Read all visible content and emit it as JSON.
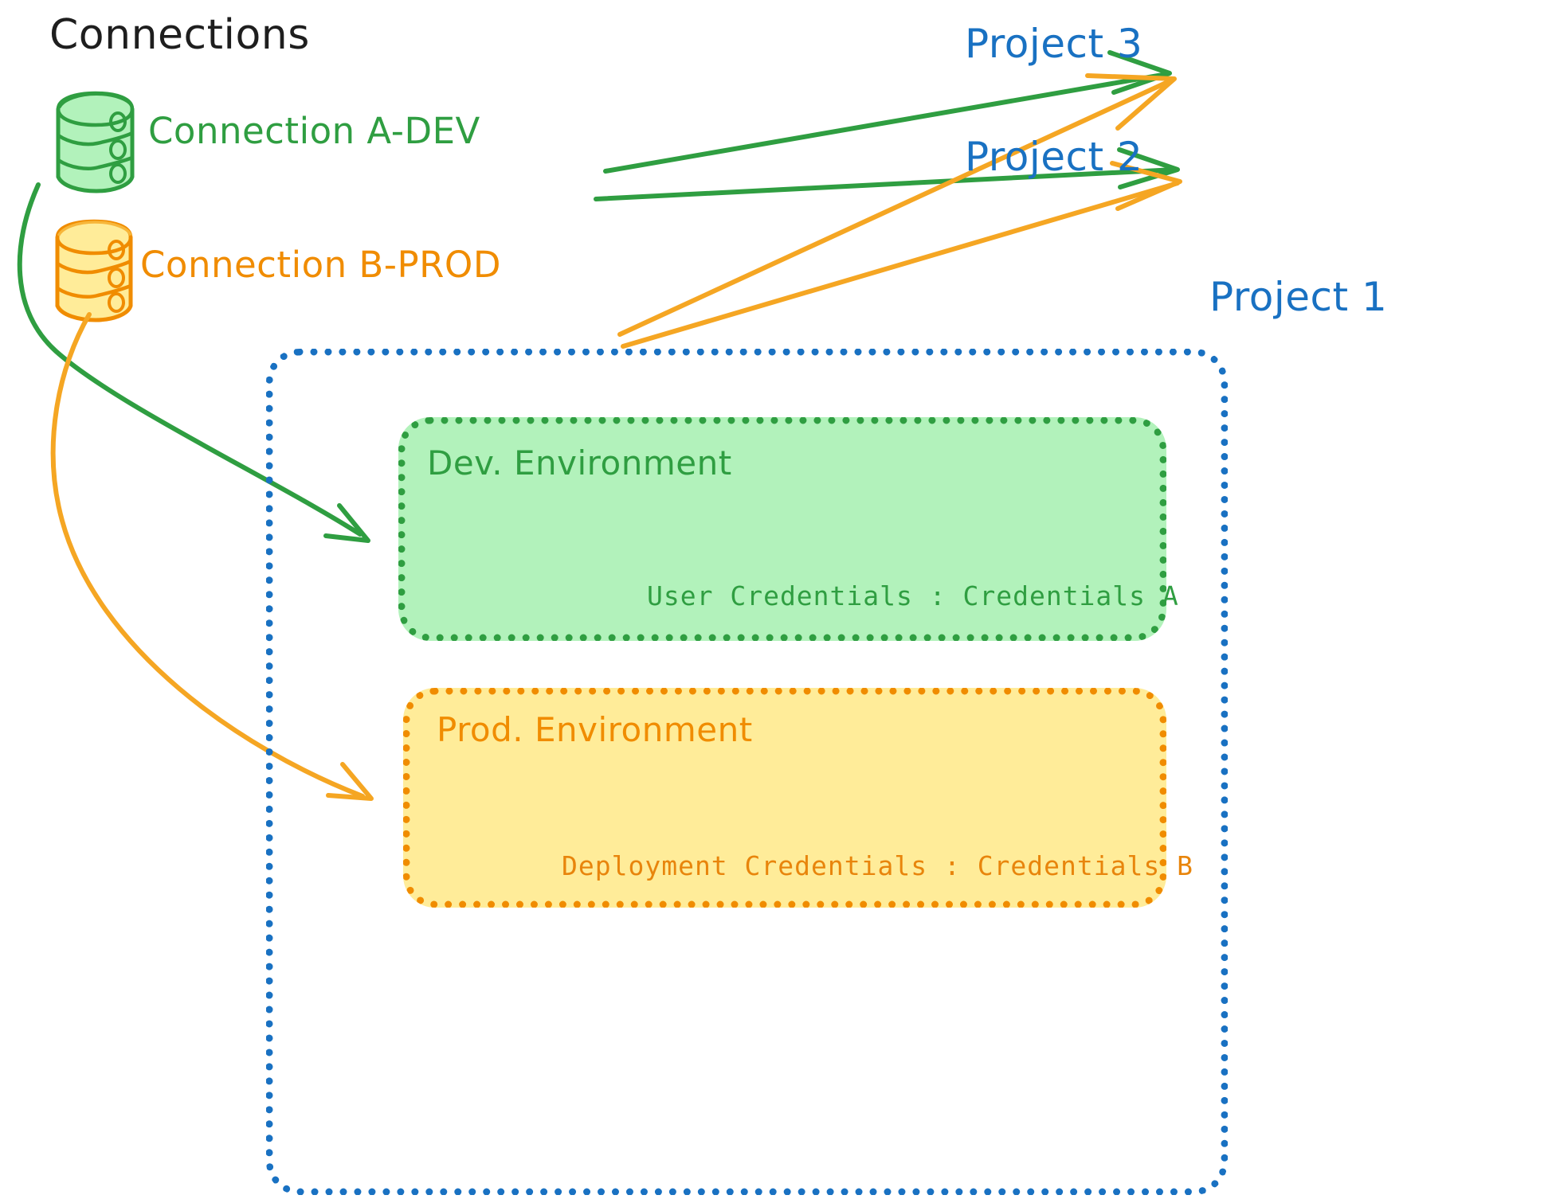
{
  "diagram": {
    "title": "Connections",
    "colors": {
      "green_stroke": "#2f9e41",
      "green_fill": "#b2f2bb",
      "orange_stroke": "#f08c00",
      "orange_fill": "#ffec99",
      "blue_stroke": "#1971c2",
      "black_text": "#1e1e1e",
      "background": "#ffffff"
    },
    "connections": [
      {
        "id": "connection-a-dev",
        "label": "Connection A-DEV",
        "icon": "database-cylinder-icon",
        "color": "#2f9e41"
      },
      {
        "id": "connection-b-prod",
        "label": "Connection B-PROD",
        "icon": "database-cylinder-icon",
        "color": "#f08c00"
      }
    ],
    "projects": [
      {
        "id": "project-3",
        "label": "Project 3"
      },
      {
        "id": "project-2",
        "label": "Project 2"
      },
      {
        "id": "project-1",
        "label": "Project 1"
      }
    ],
    "environments": [
      {
        "id": "dev-environment",
        "title": "Dev. Environment",
        "credentials_label": "User Credentials",
        "credentials_separator": ":",
        "credentials_value": "Credentials A",
        "credentials_line": "User Credentials : Credentials A",
        "color": "#2f9e41",
        "fill": "#b2f2bb"
      },
      {
        "id": "prod-environment",
        "title": "Prod. Environment",
        "credentials_label": "Deployment Credentials",
        "credentials_separator": ":",
        "credentials_value": "Credentials B",
        "credentials_line": "Deployment Credentials : Credentials B",
        "color": "#f08c00",
        "fill": "#ffec99"
      }
    ],
    "edges": [
      {
        "id": "edge-a-dev-to-project-3",
        "from": "connection-a-dev",
        "to": "project-3",
        "color": "#2f9e41",
        "style": "straight"
      },
      {
        "id": "edge-a-dev-to-project-2",
        "from": "connection-a-dev",
        "to": "project-2",
        "color": "#2f9e41",
        "style": "straight"
      },
      {
        "id": "edge-b-prod-to-project-3",
        "from": "connection-b-prod",
        "to": "project-3",
        "color": "#f5a623",
        "style": "straight"
      },
      {
        "id": "edge-b-prod-to-project-2",
        "from": "connection-b-prod",
        "to": "project-2",
        "color": "#f5a623",
        "style": "straight"
      },
      {
        "id": "edge-a-dev-to-dev-environment",
        "from": "connection-a-dev",
        "to": "dev-environment",
        "color": "#2f9e41",
        "style": "curved"
      },
      {
        "id": "edge-b-prod-to-prod-environment",
        "from": "connection-b-prod",
        "to": "prod-environment",
        "color": "#f5a623",
        "style": "curved"
      }
    ]
  }
}
